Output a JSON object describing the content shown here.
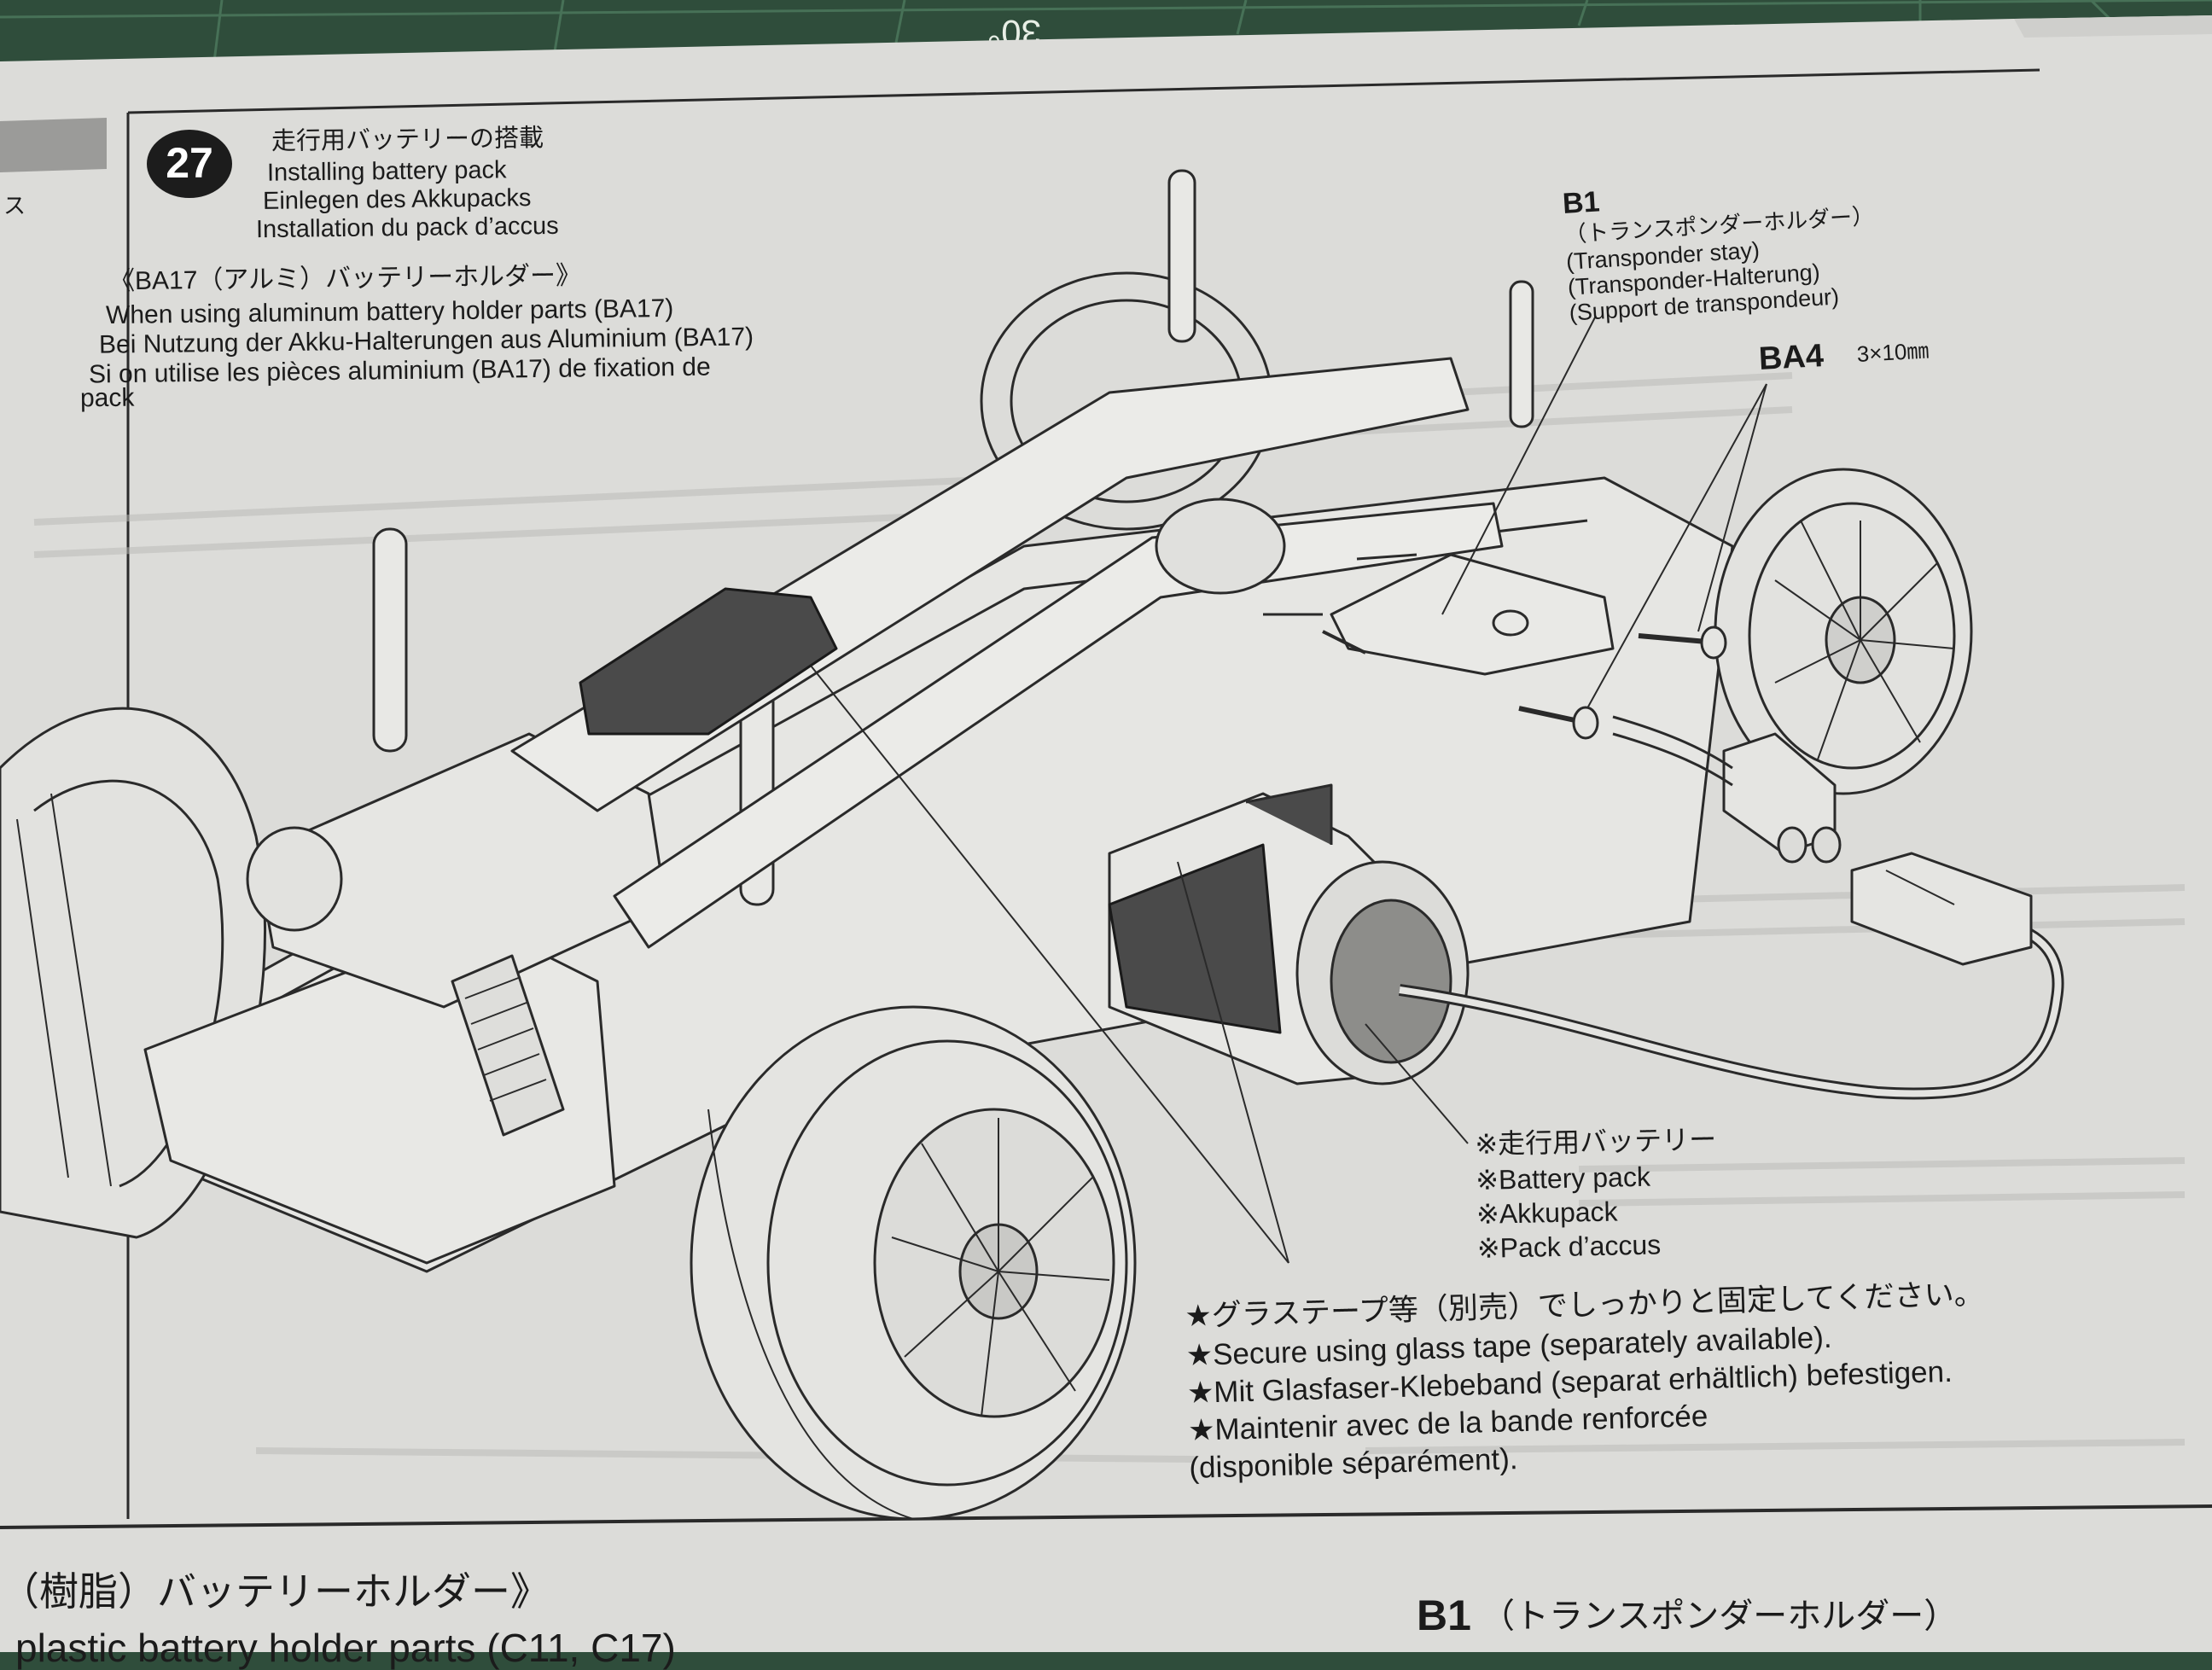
{
  "mat_marker": "30°",
  "step": {
    "number": "27",
    "title_lines": [
      "走行用バッテリーの搭載",
      "Installing battery pack",
      "Einlegen des Akkupacks",
      "Installation du pack d’accus"
    ]
  },
  "condition": {
    "lines": [
      "《BA17（アルミ）バッテリーホルダー》",
      "When using aluminum battery holder parts (BA17)",
      "Bei Nutzung der Akku-Halterungen aus Aluminium (BA17)",
      "Si on utilise les pièces aluminium (BA17) de fixation de",
      "pack"
    ]
  },
  "left_edge_glyph": "ス",
  "part_b1": {
    "code": "B1",
    "lines": [
      "（トランスポンダーホルダー）",
      "(Transponder stay)",
      "(Transponder-Halterung)",
      "(Support de transpondeur)"
    ]
  },
  "part_ba4": {
    "code": "BA4",
    "size": "3×10㎜"
  },
  "battery_note": {
    "lines": [
      "※走行用バッテリー",
      "※Battery pack",
      "※Akkupack",
      "※Pack d’accus"
    ]
  },
  "tape_note": {
    "lines": [
      "★グラステープ等（別売）でしっかりと固定してください。",
      "★Secure using glass tape (separately available).",
      "★Mit Glasfaser-Klebeband (separat erhältlich) befestigen.",
      "★Maintenir avec de la bande renforcée",
      "(disponible séparément)."
    ]
  },
  "footer": {
    "left": "（樹脂）バッテリーホルダー》",
    "right_code": "B1",
    "right_text": "（トランスポンダーホルダー）",
    "next_line": "plastic battery holder parts (C11, C17)"
  },
  "colors": {
    "mat": "#2f4d3b",
    "paper": "#dcdcd9",
    "ink": "#1b1b1b",
    "badge": "#1c1c1c"
  }
}
